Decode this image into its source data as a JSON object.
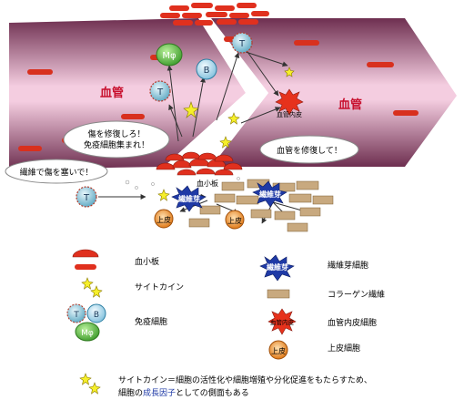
{
  "diagram": {
    "vessel_label_left": "血管",
    "vessel_label_right": "血管",
    "platelet_tag": "血小板",
    "cell_labels": {
      "macrophage": "Mφ",
      "b_cell": "B",
      "t_cell": "T",
      "endothelial": "血管内皮",
      "fibroblast": "繊維芽",
      "epithelial": "上皮"
    },
    "bubbles": {
      "repair_wound": "傷を修復しろ！",
      "gather_immune": "免疫細胞集まれ！",
      "fill_fiber": "繊維で傷を塞いで！",
      "repair_vessel": "血管を修復して！"
    }
  },
  "legend": {
    "platelet": "血小板",
    "cytokine": "サイトカイン",
    "immune": "免疫細胞",
    "fibroblast": "繊維芽細胞",
    "collagen": "コラーゲン繊維",
    "endothelial": "血管内皮細胞",
    "epithelial": "上皮細胞"
  },
  "note": {
    "line1": "サイトカイン＝細胞の活性化や細胞増殖や分化促進をもたらすため、",
    "line2_a": "細胞の",
    "line2_highlight": "成長因子",
    "line2_b": "としての側面もある"
  },
  "colors": {
    "vessel_dark": "#7a3a5c",
    "vessel_light": "#f2c6da",
    "platelet_red": "#e0301e",
    "label_red": "#c8102e",
    "t_cell": "#5fb0c8",
    "b_cell": "#80c0dc",
    "macrophage": "#5fbe3c",
    "fibroblast": "#1f3aa6",
    "collagen": "#c8a97f",
    "epithelial": "#e87f1f",
    "cytokine": "#f3ee32",
    "highlight_blue": "#1f3aa6"
  }
}
